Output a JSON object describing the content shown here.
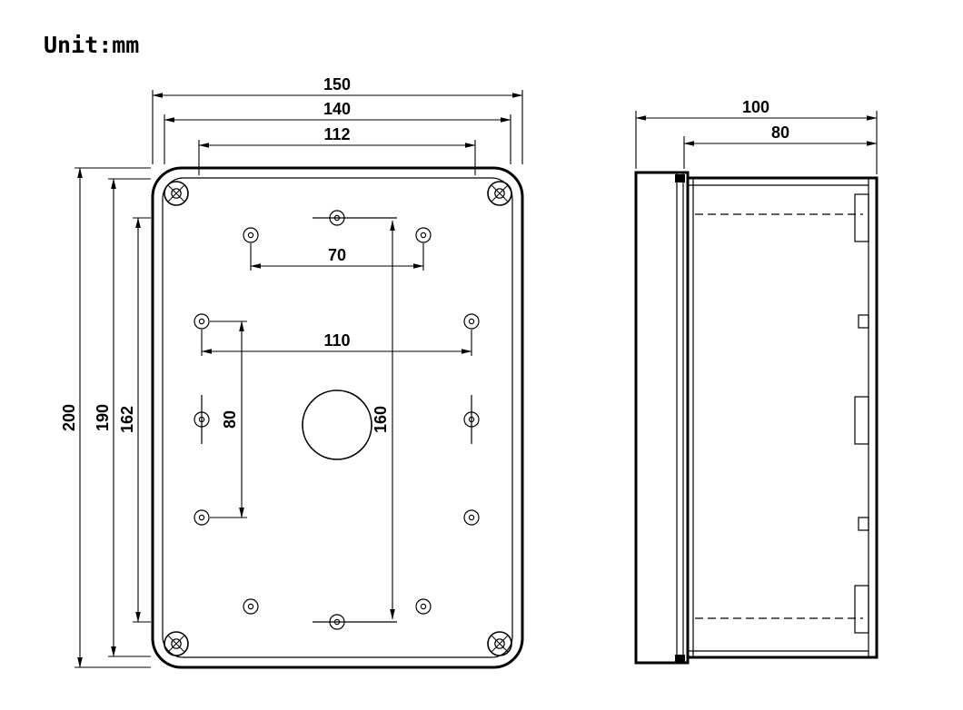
{
  "title": {
    "unit_label": "Unit:mm"
  },
  "front_view": {
    "dimensions": {
      "outer_width": "150",
      "lid_width": "140",
      "screw_width": "112",
      "outer_height": "200",
      "lid_height": "190",
      "screw_height": "162",
      "top_hole_spacing": "70",
      "mid_hole_spacing": "110",
      "left_hole_spacing": "80",
      "center_hole_spacing": "160"
    }
  },
  "side_view": {
    "dimensions": {
      "outer_depth": "100",
      "body_depth": "80"
    }
  }
}
